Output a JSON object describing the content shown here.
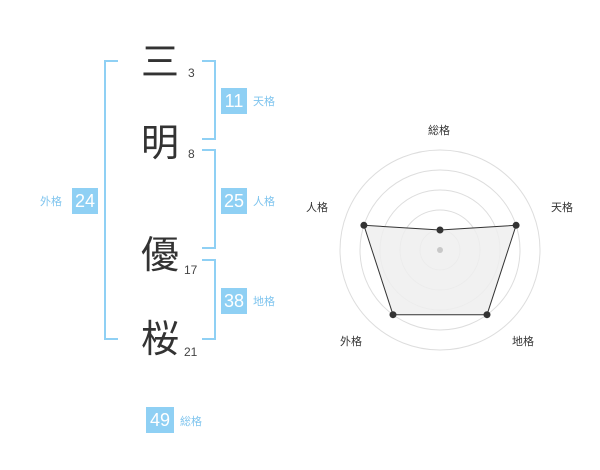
{
  "name": {
    "surname": [
      {
        "char": "三",
        "strokes": "3"
      },
      {
        "char": "明",
        "strokes": "8"
      }
    ],
    "given": [
      {
        "char": "優",
        "strokes": "17"
      },
      {
        "char": "桜",
        "strokes": "21"
      }
    ]
  },
  "kakusu": {
    "tenkaku": {
      "value": "11",
      "label": "天格"
    },
    "jinkaku": {
      "value": "25",
      "label": "人格"
    },
    "chikaku": {
      "value": "38",
      "label": "地格"
    },
    "gaikaku": {
      "value": "24",
      "label": "外格"
    },
    "soukaku": {
      "value": "49",
      "label": "総格"
    }
  },
  "colors": {
    "accent": "#8fd0f4",
    "label": "#7ec4ee",
    "text": "#333333"
  },
  "chart_data": {
    "type": "radar",
    "axes": [
      "総格",
      "天格",
      "地格",
      "外格",
      "人格"
    ],
    "values": [
      1,
      4,
      4,
      4,
      4
    ],
    "rmax": 5,
    "rings": 5,
    "fill": "#efefef",
    "line": "#333333"
  }
}
